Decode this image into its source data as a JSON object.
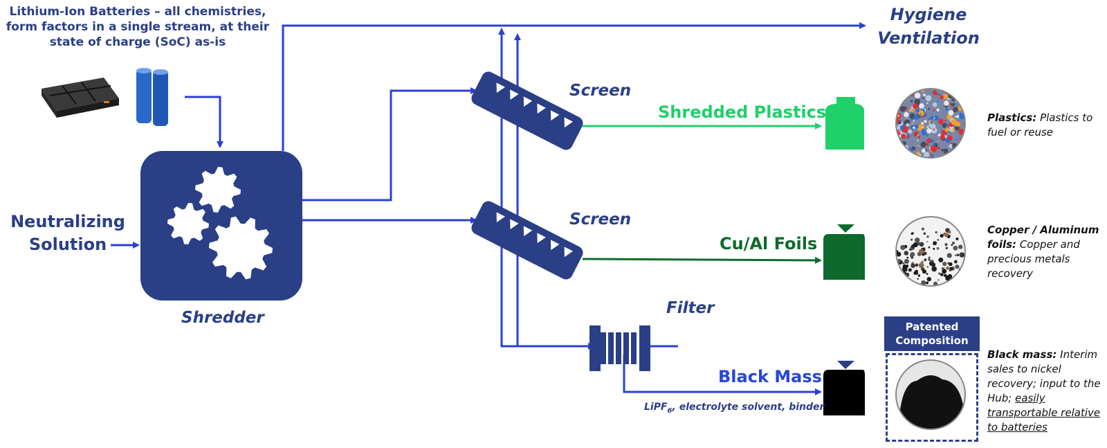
{
  "input_batteries": "Lithium-Ion Batteries – all chemistries, form factors in a single stream, at their state of charge (SoC) as-is",
  "neutralizing": "Neutralizing Solution",
  "hygiene": "Hygiene Ventilation",
  "shredder_label": "Shredder",
  "screen1_label": "Screen",
  "screen2_label": "Screen",
  "filter_label": "Filter",
  "plastics_label": "Shredded Plastics",
  "foils_label": "Cu/Al Foils",
  "blackmass_label": "Black Mass",
  "lipf": {
    "prefix": "LiPF",
    "sub": "6",
    "suffix": ", electrolyte solvent, binder"
  },
  "patent": "Patented Composition",
  "desc_plastics": {
    "bold": "Plastics:",
    "text": " Plastics to fuel or reuse"
  },
  "desc_foils": {
    "bold": "Copper / Aluminum foils:",
    "text": " Copper and precious metals recovery"
  },
  "desc_blackmass": {
    "bold": "Black mass:",
    "text": " Interim sales to nickel recovery; input to the Hub; ",
    "underline": "easily transportable relative to batteries"
  },
  "colors": {
    "navy": "#2a3f86",
    "flow": "#2a3fd8",
    "plastics": "#20d068",
    "foils": "#0d6a2c",
    "blackmass": "#000000"
  },
  "icons": [
    "battery-pack-icon",
    "cylindrical-cells-icon",
    "gear-icon",
    "bag-icon",
    "photo-circle-icon"
  ]
}
